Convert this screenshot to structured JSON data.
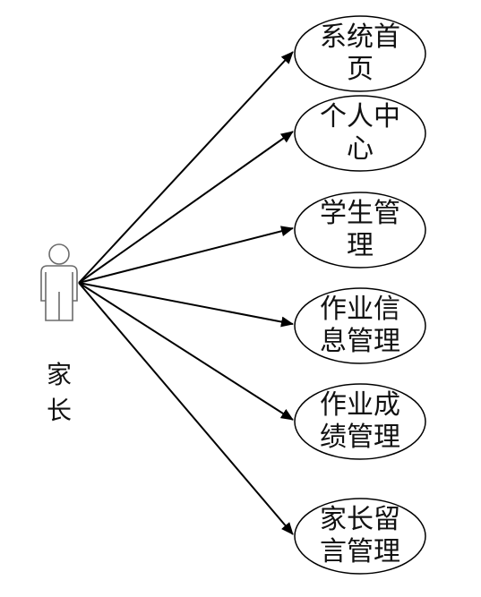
{
  "actor": {
    "label_line1": "家",
    "label_line2": "长",
    "icon": "person-icon"
  },
  "use_cases": [
    {
      "line1": "系统首",
      "line2": "页"
    },
    {
      "line1": "个人中",
      "line2": "心"
    },
    {
      "line1": "学生管",
      "line2": "理"
    },
    {
      "line1": "作业信",
      "line2": "息管理"
    },
    {
      "line1": "作业成",
      "line2": "绩管理"
    },
    {
      "line1": "家长留",
      "line2": "言管理"
    }
  ],
  "colors": {
    "stroke": "#000000",
    "text": "#111111",
    "actor_stroke": "#6b6b6b",
    "background": "#ffffff"
  }
}
